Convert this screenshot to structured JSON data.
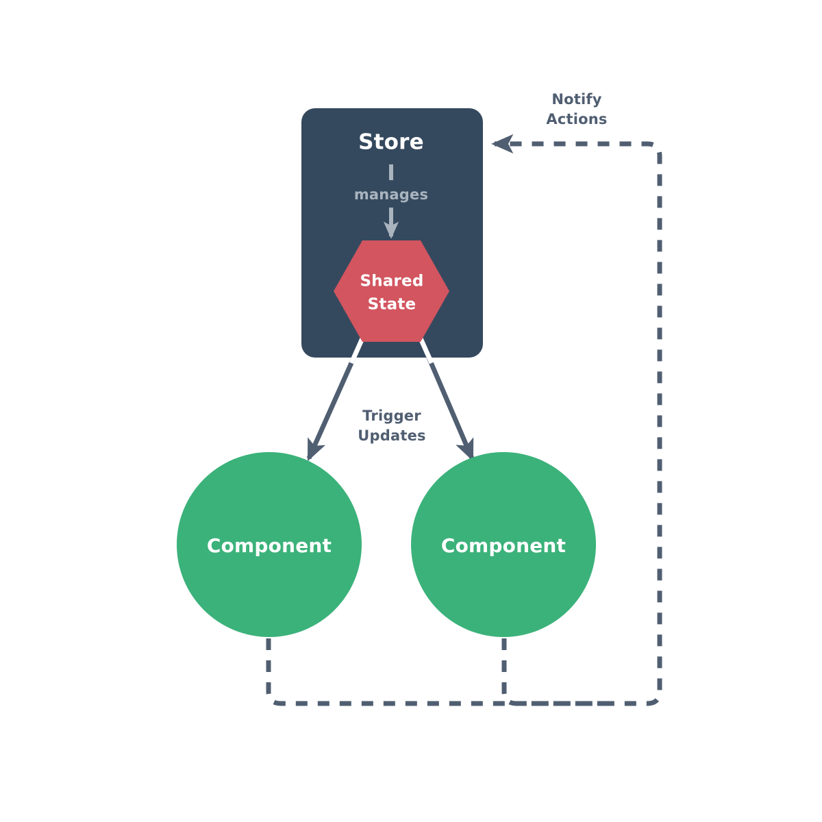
{
  "diagram": {
    "title": "Store / Shared State / Component data flow",
    "background": "#ffffff",
    "nodes": {
      "store": {
        "label": "Store",
        "shape": "rounded-rect",
        "fill": "#35495e",
        "text_color": "#ffffff"
      },
      "shared_state": {
        "label_line1": "Shared",
        "label_line2": "State",
        "shape": "hexagon",
        "fill": "#d2555f",
        "text_color": "#ffffff"
      },
      "component_left": {
        "label": "Component",
        "shape": "circle",
        "fill": "#3bb27a",
        "text_color": "#ffffff"
      },
      "component_right": {
        "label": "Component",
        "shape": "circle",
        "fill": "#3bb27a",
        "text_color": "#ffffff"
      }
    },
    "edges": {
      "manages": {
        "label": "manages",
        "from": "store",
        "to": "shared_state",
        "style": "solid-arrow",
        "color": "#a9b4bf"
      },
      "trigger_updates": {
        "label_line1": "Trigger",
        "label_line2": "Updates",
        "from": "shared_state",
        "to": "components",
        "style": "solid-arrow",
        "color": "#505e71"
      },
      "notify_actions": {
        "label_line1": "Notify",
        "label_line2": "Actions",
        "from": "components",
        "to": "store",
        "style": "dashed-arrow",
        "color": "#505e71"
      }
    }
  }
}
